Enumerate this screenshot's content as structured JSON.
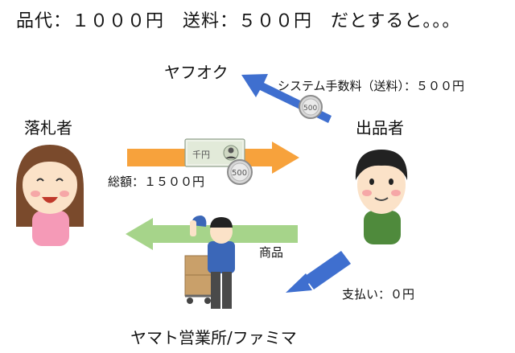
{
  "heading": "品代：１０００円　送料：５００円　だとすると。。。",
  "labels": {
    "yafuoku": "ヤフオク",
    "fee": "システム手数料（送料）：５００円",
    "buyer": "落札者",
    "seller": "出品者",
    "total": "総額：１５００円",
    "goods": "商品",
    "paid": "支払い：０円",
    "office": "ヤマト営業所/ファミマ"
  },
  "coins": {
    "fee_coin": "500",
    "total_coin": "500"
  },
  "bill": {
    "mark": "千円"
  },
  "colors": {
    "orange_arrow": "#f7a23c",
    "green_arrow": "#a6d48a",
    "blue_arrow": "#3f6fcf",
    "buyer_shirt": "#f59ab7",
    "seller_shirt": "#4f8a3c",
    "skin": "#fbe2c8"
  }
}
